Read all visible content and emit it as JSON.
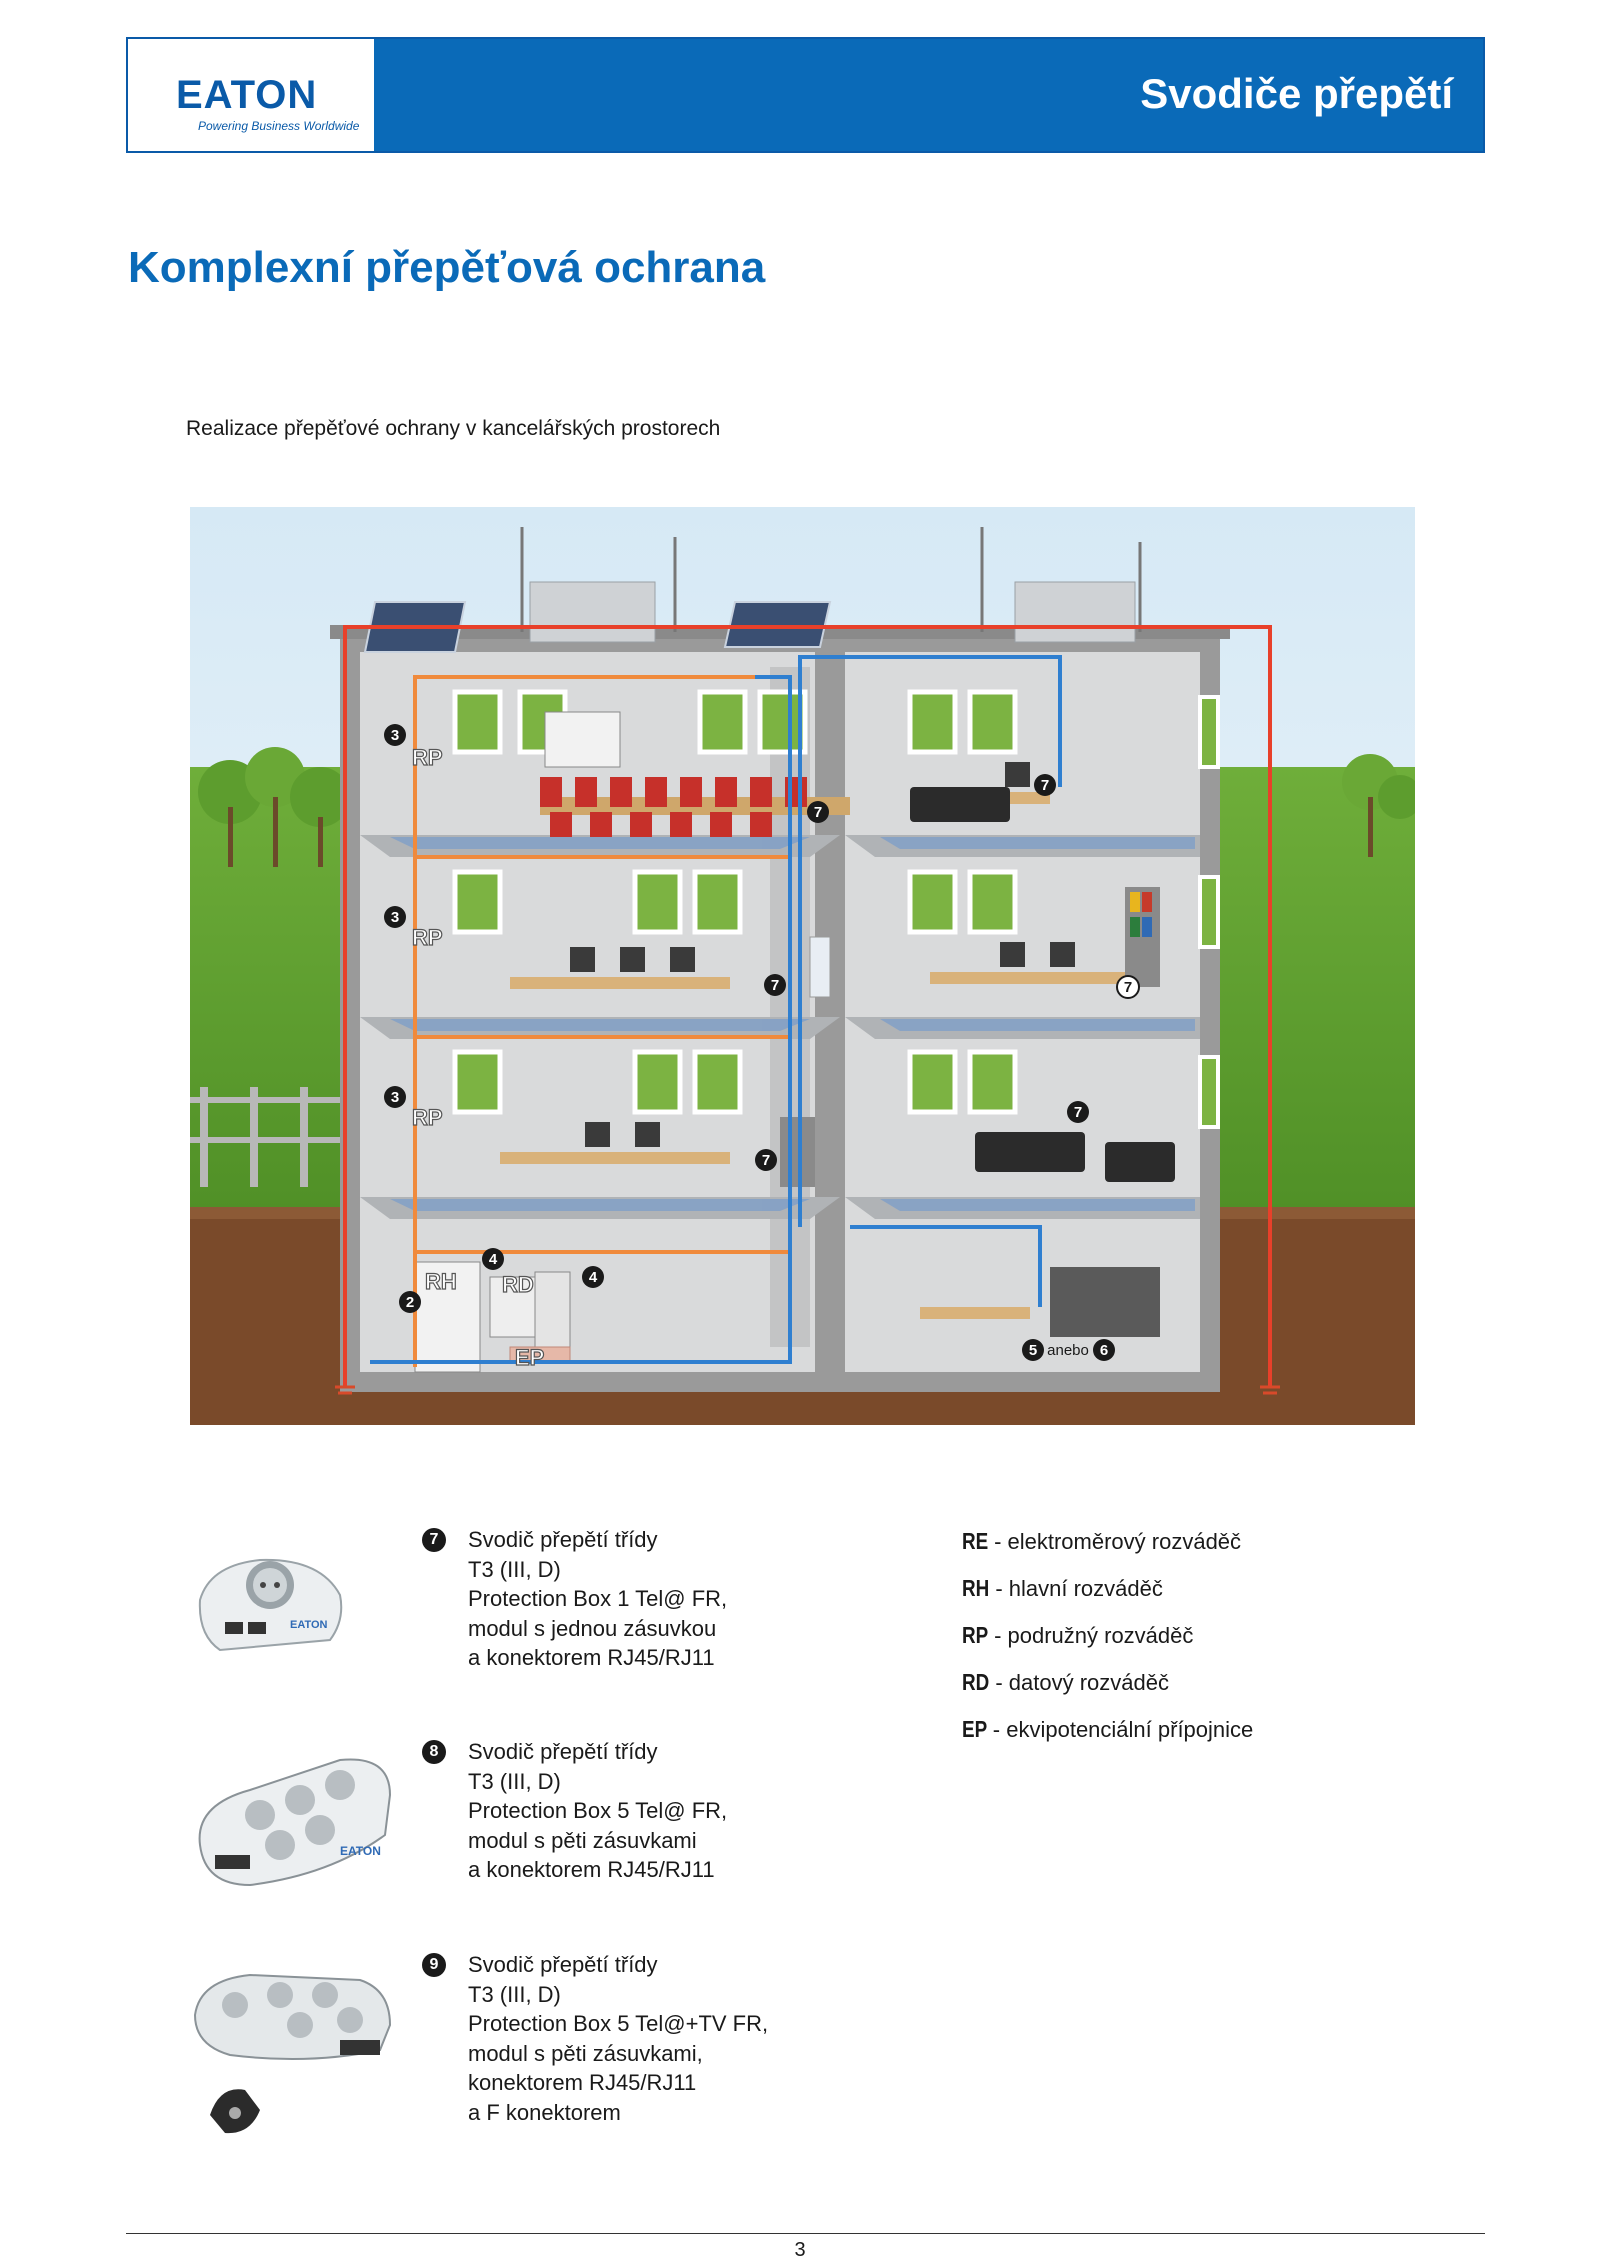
{
  "header": {
    "logo_text": "EATON",
    "logo_tagline": "Powering Business Worldwide",
    "title": "Svodiče přepětí"
  },
  "page_title": "Komplexní přepěťová ochrana",
  "caption": "Realizace přepěťové ochrany v kancelářských prostorech",
  "diagram_labels": {
    "rp": "RP",
    "rh": "RH",
    "rd": "RD",
    "ep": "EP",
    "n2": "2",
    "n3": "3",
    "n4": "4",
    "n5": "5",
    "n6": "6",
    "n7": "7",
    "or_text": "anebo"
  },
  "products": [
    {
      "number": "7",
      "lines": [
        "Svodič přepětí třídy",
        "T3 (III, D)",
        "Protection Box 1 Tel@ FR,",
        "modul s jednou zásuvkou",
        "a konektorem RJ45/RJ11"
      ]
    },
    {
      "number": "8",
      "lines": [
        "Svodič přepětí třídy",
        "T3 (III, D)",
        "Protection Box 5 Tel@ FR,",
        "modul s pěti zásuvkami",
        "a konektorem RJ45/RJ11"
      ]
    },
    {
      "number": "9",
      "lines": [
        "Svodič přepětí třídy",
        "T3 (III, D)",
        "Protection Box 5 Tel@+TV FR,",
        "modul s pěti zásuvkami,",
        "konektorem RJ45/RJ11",
        "a F konektorem"
      ]
    }
  ],
  "legend": [
    {
      "code": "RE",
      "text": " - elektroměrový rozváděč"
    },
    {
      "code": "RH",
      "text": " - hlavní rozváděč"
    },
    {
      "code": "RP",
      "text": " - podružný rozváděč"
    },
    {
      "code": "RD",
      "text": " - datový rozváděč"
    },
    {
      "code": "EP",
      "text": " - ekvipotenciální přípojnice"
    }
  ],
  "page_number": "3",
  "colors": {
    "brand_blue": "#0a6ab8",
    "power_line": "#e8402a",
    "data_line": "#2f7fd0",
    "orange_line": "#f08a3c"
  }
}
